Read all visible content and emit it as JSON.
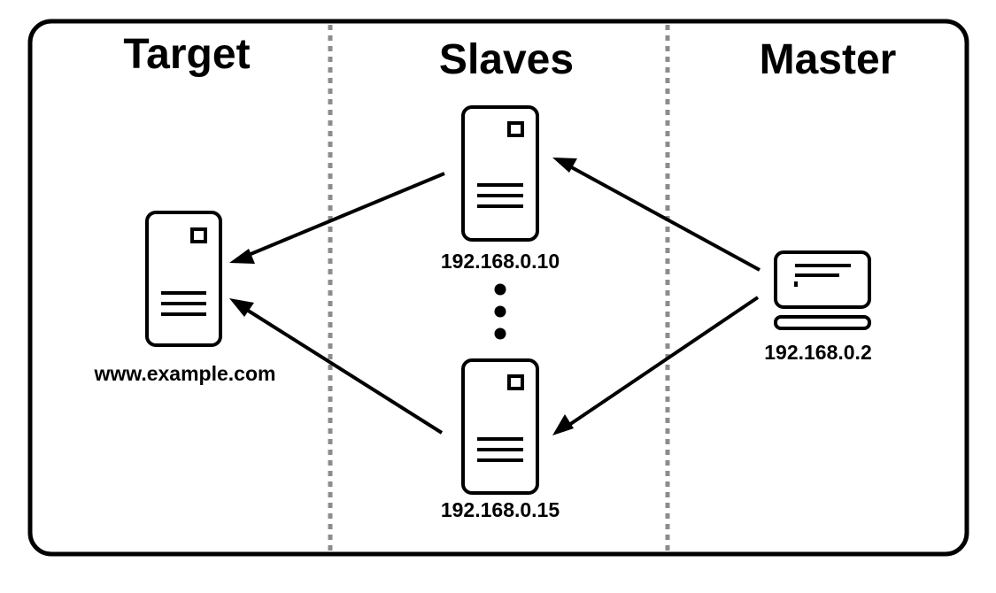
{
  "columns": {
    "target": {
      "heading": "Target"
    },
    "slaves": {
      "heading": "Slaves"
    },
    "master": {
      "heading": "Master"
    }
  },
  "nodes": {
    "target": {
      "label": "www.example.com",
      "icon": "server-icon"
    },
    "slave_top": {
      "label": "192.168.0.10",
      "icon": "server-icon"
    },
    "slave_bottom": {
      "label": "192.168.0.15",
      "icon": "server-icon"
    },
    "master": {
      "label": "192.168.0.2",
      "icon": "laptop-icon"
    }
  },
  "colors": {
    "stroke": "#000000",
    "divider": "#8c8c8c",
    "background": "#ffffff"
  }
}
